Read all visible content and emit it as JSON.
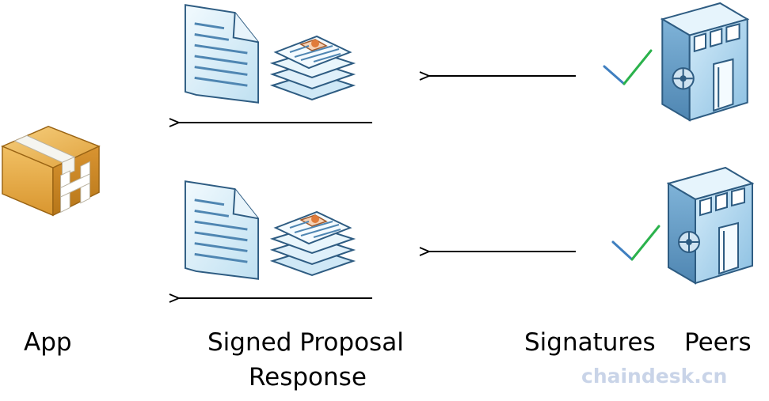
{
  "labels": {
    "app": "App",
    "signed_proposal_line1": "Signed Proposal",
    "signed_proposal_line2": "Response",
    "signatures": "Signatures",
    "peers": "Peers"
  },
  "watermark": "chaindesk.cn",
  "icons": {
    "app": "package-box-icon",
    "document": "document-icon",
    "signed_stack": "signed-document-stack-icon",
    "peer": "peer-building-icon",
    "check": "checkmark-icon",
    "arrow": "left-arrow"
  },
  "colors": {
    "box": "#e6a83a",
    "box_dark": "#b97a1c",
    "doc_fill": "#d9eef8",
    "doc_lines": "#5a8fb5",
    "building": "#a9d2ec",
    "building_dark": "#5f96bf",
    "check_blue": "#3f7fc0",
    "check_green": "#2bb24c",
    "watermark": "#c9d4e8"
  }
}
